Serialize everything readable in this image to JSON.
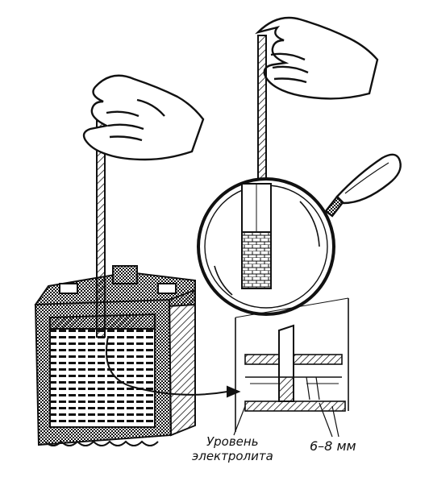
{
  "labels": {
    "electrolyte_level_line1": "Уровень",
    "electrolyte_level_line2": "электролита",
    "gap_range": "6–8 мм"
  },
  "colors": {
    "ink": "#111111",
    "paper": "#ffffff"
  }
}
